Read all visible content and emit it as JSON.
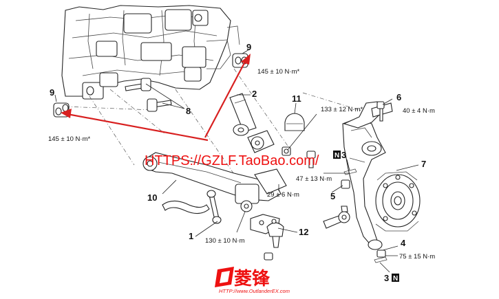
{
  "watermark": {
    "text": "HTTPS://GZLF.TaoBao.com/",
    "color": "#e11111"
  },
  "brand": {
    "logo_text": "菱锋",
    "url": "HTTP://www.OutlanderEX.com"
  },
  "callouts": {
    "p1": "1",
    "p2": "2",
    "p3a": "3",
    "p3b": "3",
    "p4": "4",
    "p5": "5",
    "p6": "6",
    "p7": "7",
    "p8": "8",
    "p9a": "9",
    "p9b": "9",
    "p10": "10",
    "p11": "11",
    "p12": "12"
  },
  "torques": {
    "t145_right": "145 ± 10 N·m*",
    "t145_left": "145 ± 10 N·m*",
    "t133": "133 ± 12 N·m*",
    "t40": "40 ± 4 N·m",
    "t47": "47 ± 13 N·m",
    "t29": "29 ± 6 N·m",
    "t130": "130 ± 10 N·m",
    "t75": "75 ± 15 N·m"
  },
  "badges": {
    "n_top": "N",
    "n_bottom": "N"
  },
  "arrow_color": "#d82020"
}
